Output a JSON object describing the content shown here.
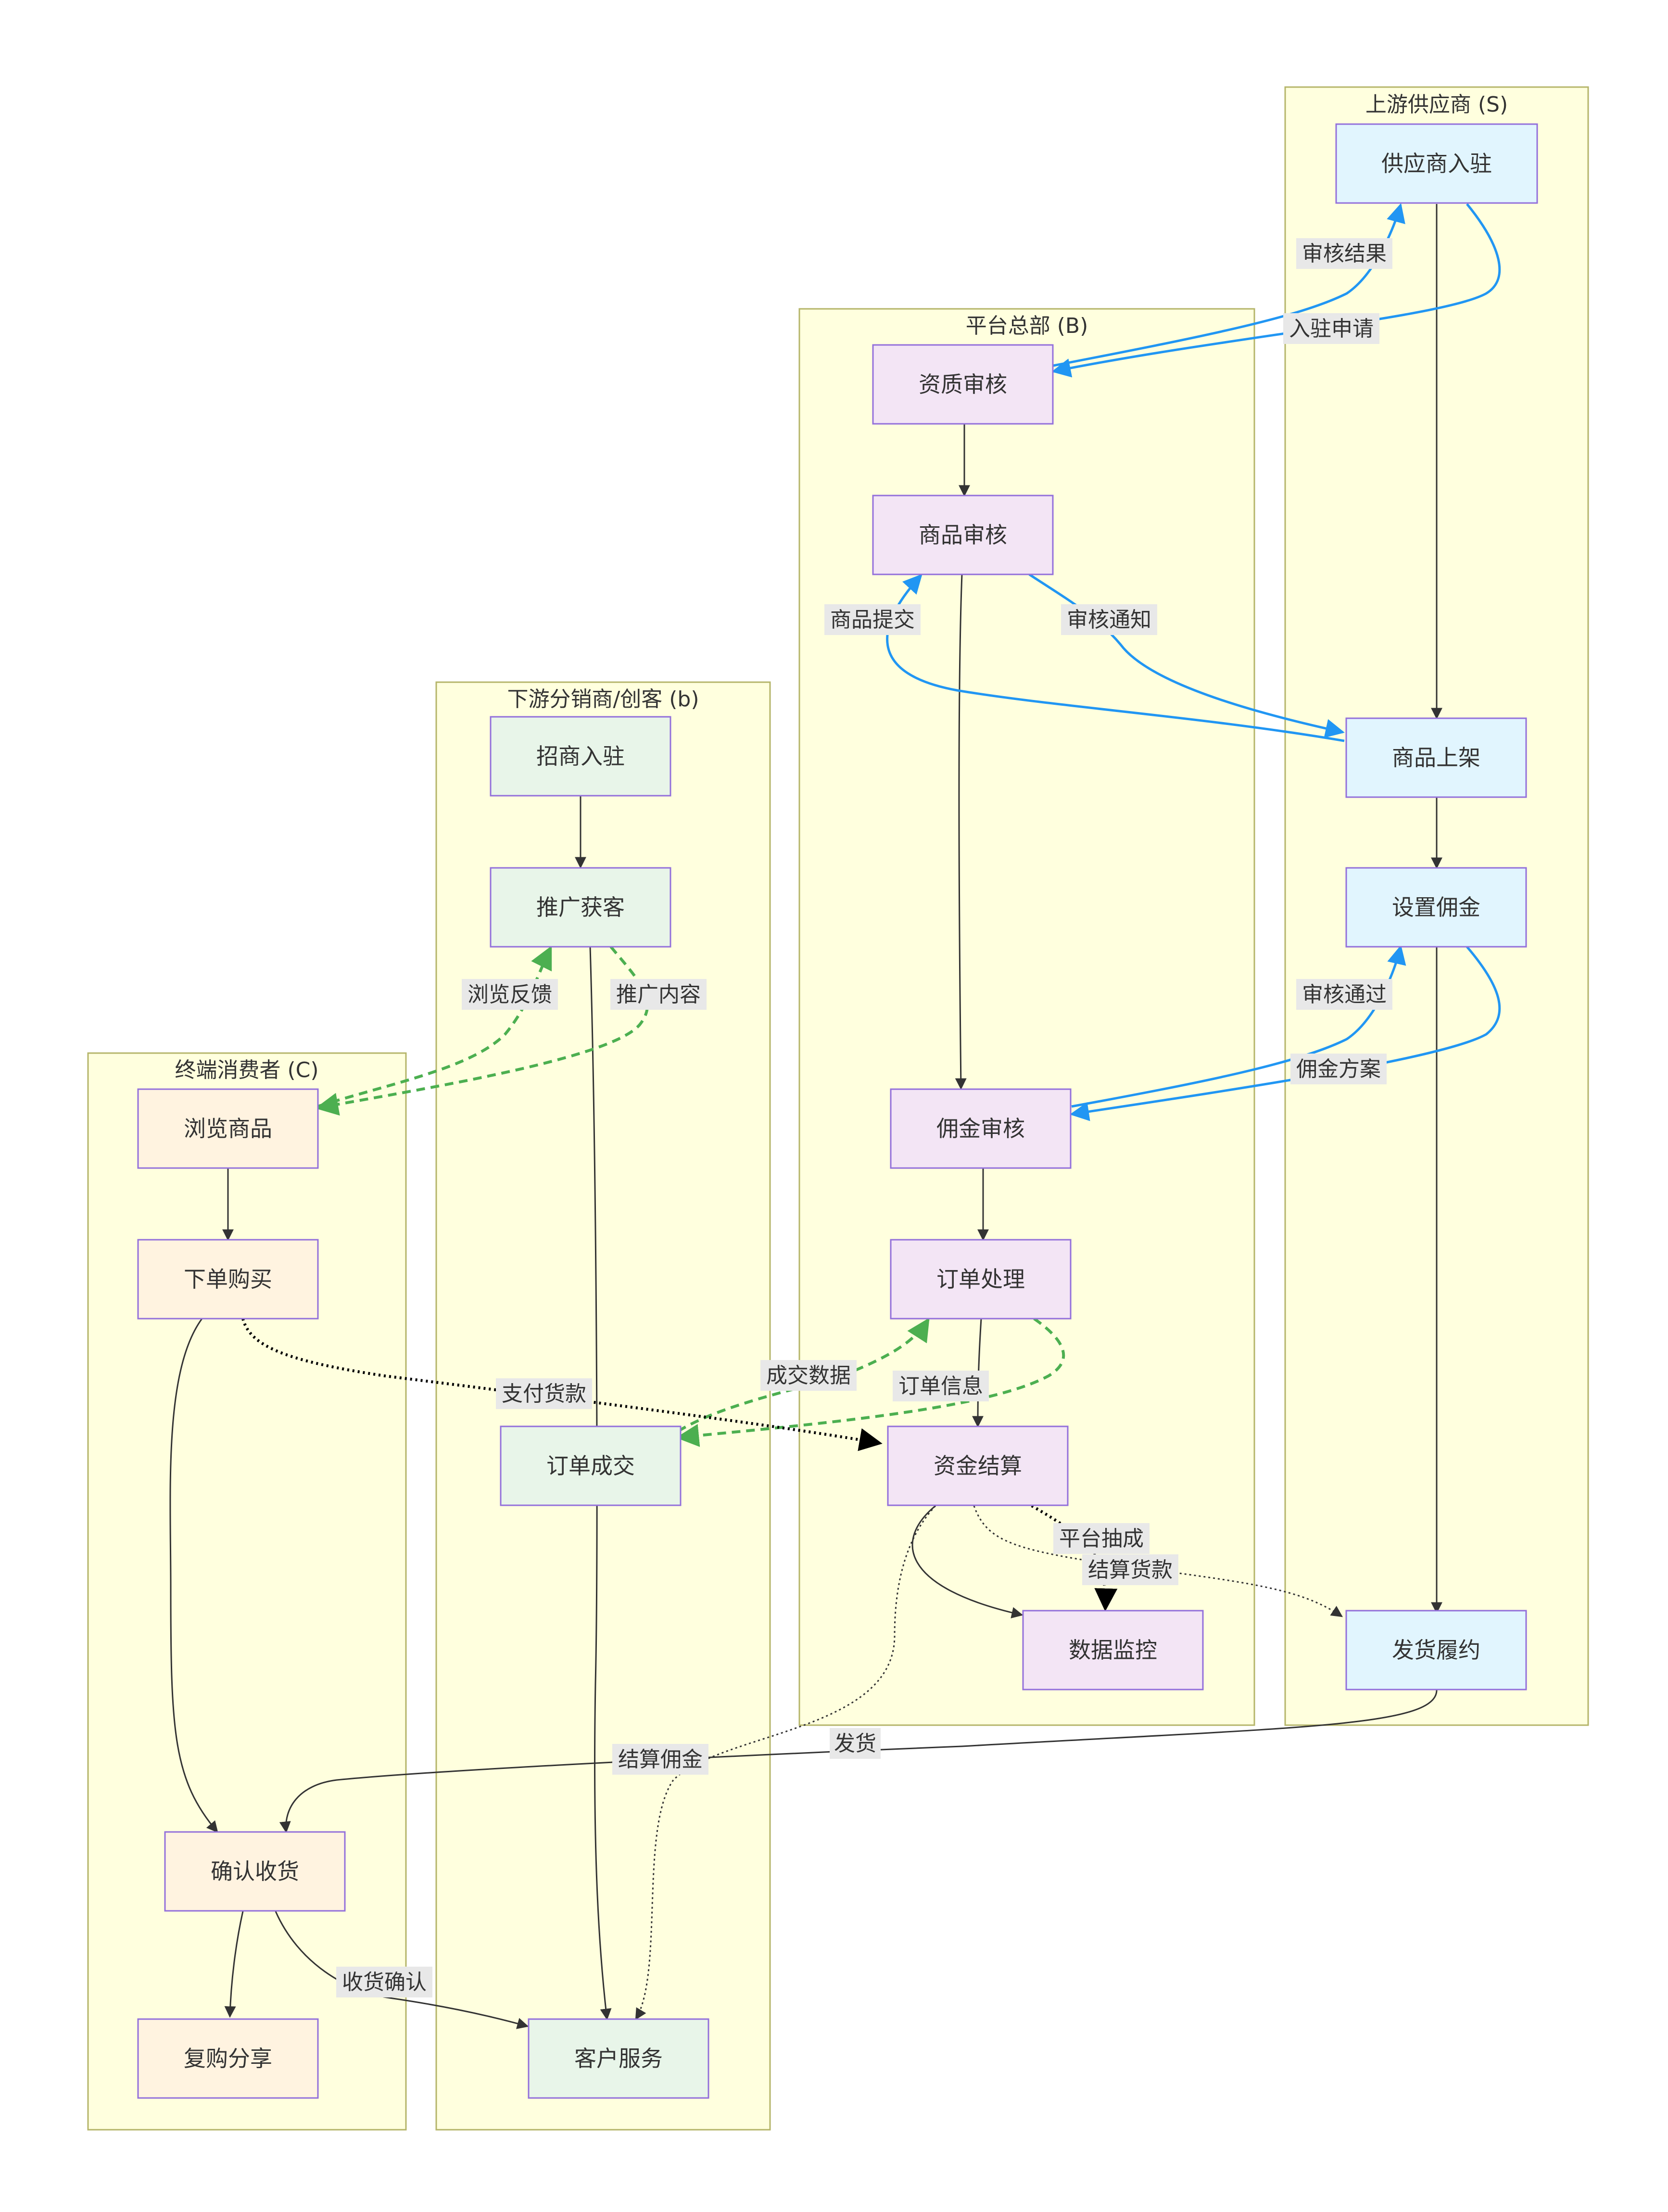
{
  "colors": {
    "lane_fill": "#ffffde",
    "lane_stroke": "#b5b56a",
    "node_stroke": "#9370db",
    "supplier_fill": "#e1f5fe",
    "platform_fill": "#f3e5f5",
    "distributor_fill": "#e8f5e9",
    "consumer_fill": "#fff3e0",
    "edge_dark": "#333333",
    "edge_blue": "#2196f3",
    "edge_green": "#4caf50",
    "edge_black": "#000000",
    "label_bg": "#e8e8e8"
  },
  "lanes": {
    "supplier": "上游供应商 (S)",
    "platform": "平台总部 (B)",
    "distributor": "下游分销商/创客 (b)",
    "consumer": "终端消费者 (C)"
  },
  "nodes": {
    "s_join": "供应商入驻",
    "s_list": "商品上架",
    "s_commission": "设置佣金",
    "s_ship": "发货履约",
    "b_qualify": "资质审核",
    "b_goods": "商品审核",
    "b_commission": "佣金审核",
    "b_order": "订单处理",
    "b_settle": "资金结算",
    "b_monitor": "数据监控",
    "d_join": "招商入驻",
    "d_promote": "推广获客",
    "d_deal": "订单成交",
    "d_service": "客户服务",
    "c_browse": "浏览商品",
    "c_buy": "下单购买",
    "c_confirm": "确认收货",
    "c_share": "复购分享"
  },
  "edge_labels": {
    "audit_result": "审核结果",
    "join_apply": "入驻申请",
    "goods_submit": "商品提交",
    "audit_notice": "审核通知",
    "audit_pass": "审核通过",
    "commission_plan": "佣金方案",
    "browse_feedback": "浏览反馈",
    "promo_content": "推广内容",
    "deal_data": "成交数据",
    "order_info": "订单信息",
    "pay": "支付货款",
    "platform_cut": "平台抽成",
    "settle_goods": "结算货款",
    "ship": "发货",
    "settle_commission": "结算佣金",
    "receipt_confirm": "收货确认"
  }
}
